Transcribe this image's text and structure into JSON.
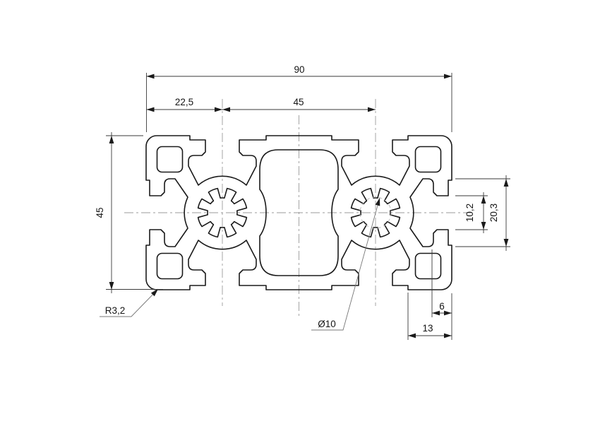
{
  "drawing": {
    "dimensions": {
      "total_width": "90",
      "left_module_width": "22,5",
      "center_span": "45",
      "total_height": "45",
      "slot_opening": "10,2",
      "slot_cavity_width": "20,3",
      "slot_depth": "6",
      "edge_to_step": "13"
    },
    "callouts": {
      "corner_radius": "R3,2",
      "core_bore_diameter": "Ø10"
    }
  },
  "colors": {
    "outline": "#1a1a1a",
    "dimension_lines": "#3a3a3a",
    "centerlines": "#9b9b9b",
    "reference_circle": "#b5b5b5",
    "background": "#ffffff"
  }
}
